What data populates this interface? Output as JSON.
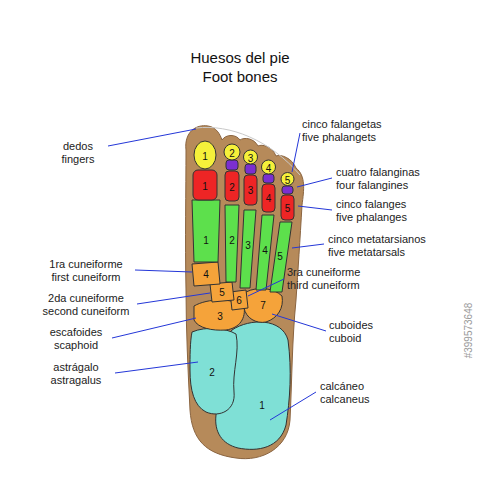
{
  "diagram": {
    "title": "Huesos del pie",
    "labels": [
      "Foot bones",
      "dedos",
      "fingers",
      "cinco falangetas",
      "five phalangets",
      "cuatro falanginas",
      "four falangines",
      "cinco falanges",
      "five phalanges",
      "cinco metatarsianos",
      "five metatarsals",
      "1ra cuneiforme",
      "first cuneiform",
      "2da cuneiforme",
      "second cuneiform",
      "escafoides",
      "scaphoid",
      "astrágalo",
      "astragalus",
      "3ra  cuneiforme",
      "third cuneiform",
      "cuboides",
      "cuboid",
      "calcáneo",
      "calcaneus",
      "1",
      "2",
      "3",
      "4",
      "5",
      "1",
      "2",
      "3",
      "4",
      "5",
      "1",
      "2",
      "3",
      "4",
      "5",
      "4",
      "5",
      "6",
      "7",
      "3",
      "2",
      "1",
      "#399573648"
    ]
  }
}
